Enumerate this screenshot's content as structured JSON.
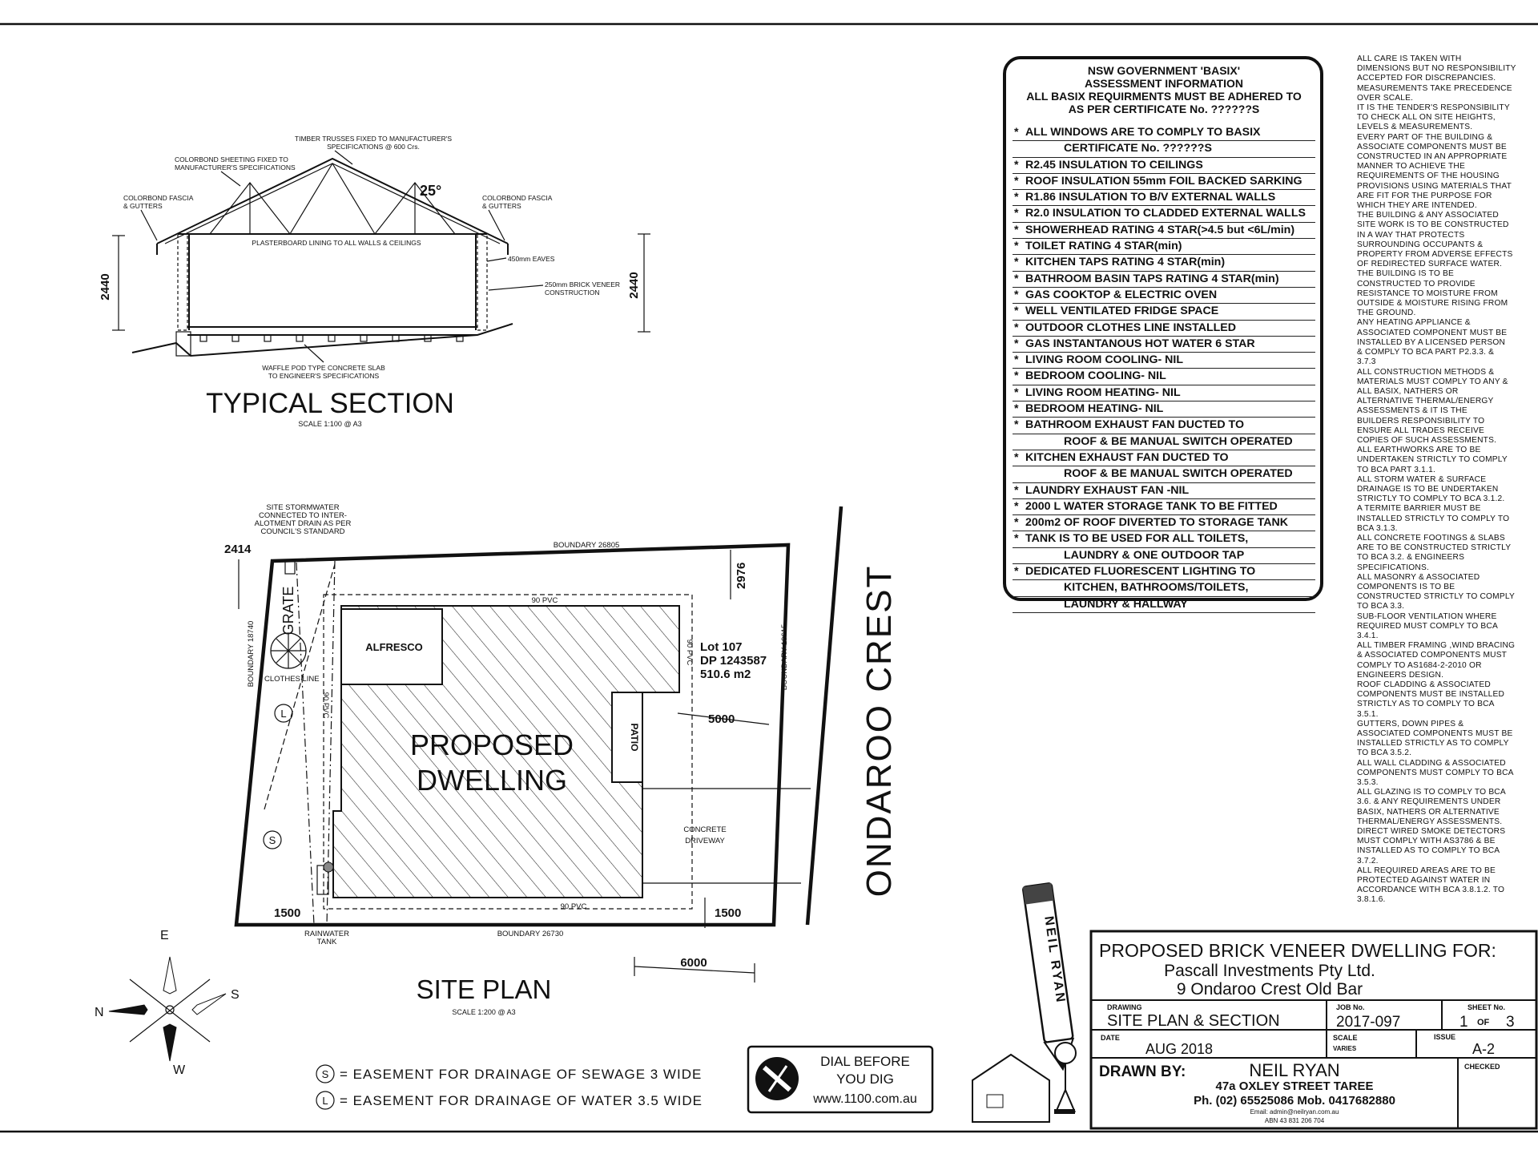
{
  "section": {
    "title": "TYPICAL SECTION",
    "scale": "SCALE   1:100 @ A3",
    "label_trusses": "TIMBER TRUSSES FIXED TO MANUFACTURER'S",
    "label_trusses2": "SPECIFICATIONS @ 600 Crs.",
    "label_sheeting": "COLORBOND SHEETING FIXED TO",
    "label_sheeting2": "MANUFACTURER'S SPECIFICATIONS",
    "label_fascia_l": "COLORBOND FASCIA",
    "label_fascia_l2": "& GUTTERS",
    "label_fascia_r": "COLORBOND FASCIA",
    "label_fascia_r2": "& GUTTERS",
    "label_lining": "PLASTERBOARD LINING TO ALL WALLS & CEILINGS",
    "label_eaves": "450mm EAVES",
    "label_veneer": "250mm BRICK VENEER",
    "label_veneer2": "CONSTRUCTION",
    "label_slab": "WAFFLE POD TYPE CONCRETE SLAB",
    "label_slab2": "TO ENGINEER'S SPECIFICATIONS",
    "pitch": "25°",
    "height_left": "2440",
    "height_right": "2440"
  },
  "site": {
    "title": "SITE PLAN",
    "scale": "SCALE   1:200 @ A3",
    "street": "ONDAROO CREST",
    "boundary_top": "BOUNDARY 26805",
    "boundary_bottom": "BOUNDARY 26730",
    "boundary_left": "BOUNDARY 18740",
    "boundary_right": "BOUNDARY 19615",
    "stormwater": [
      "SITE STORMWATER",
      "CONNECTED TO INTER-",
      "ALOTMENT DRAIN AS PER",
      "COUNCIL'S STANDARD"
    ],
    "dim_2414": "2414",
    "dim_2976": "2976",
    "dim_5000": "5000",
    "dim_1500_left": "1500",
    "dim_1500_right": "1500",
    "dim_6000": "6000",
    "grate": "GRATE",
    "clothes_line": "CLOTHES LINE",
    "alfresco": "ALFRESCO",
    "patio": "PATIO",
    "proposed": "PROPOSED",
    "dwelling": "DWELLING",
    "lot": "Lot 107",
    "dp": "DP 1243587",
    "area": "510.6 m2",
    "driveway": "CONCRETE",
    "driveway2": "DRIVEWAY",
    "rainwater": "RAINWATER",
    "rainwater2": "TANK",
    "pvc": "90 PVC",
    "marker_l": "L",
    "marker_s": "S"
  },
  "compass": {
    "n": "N",
    "e": "E",
    "s": "S",
    "w": "W"
  },
  "legend": {
    "s_marker": "S",
    "s_text": "= EASEMENT FOR DRAINAGE OF SEWAGE 3 WIDE",
    "l_marker": "L",
    "l_text": "= EASEMENT FOR DRAINAGE OF WATER 3.5 WIDE"
  },
  "dial": {
    "line1": "DIAL BEFORE",
    "line2": "YOU DIG",
    "url": "www.1100.com.au"
  },
  "basix": {
    "header": [
      "NSW GOVERNMENT 'BASIX'",
      "ASSESSMENT INFORMATION",
      "ALL BASIX REQUIRMENTS MUST BE ADHERED TO",
      "AS PER CERTIFICATE No. ??????S"
    ],
    "rows": [
      {
        "bullet": "*",
        "text": "ALL WINDOWS ARE TO COMPLY TO BASIX"
      },
      {
        "bullet": "",
        "text": "CERTIFICATE No. ??????S"
      },
      {
        "bullet": "*",
        "text": "R2.45 INSULATION TO CEILINGS"
      },
      {
        "bullet": "*",
        "text": "ROOF INSULATION 55mm FOIL BACKED SARKING"
      },
      {
        "bullet": "*",
        "text": "R1.86 INSULATION TO B/V EXTERNAL WALLS"
      },
      {
        "bullet": "*",
        "text": "R2.0 INSULATION TO CLADDED EXTERNAL WALLS"
      },
      {
        "bullet": "*",
        "text": "SHOWERHEAD RATING 4 STAR(>4.5 but <6L/min)"
      },
      {
        "bullet": "*",
        "text": "TOILET RATING 4 STAR(min)"
      },
      {
        "bullet": "*",
        "text": "KITCHEN TAPS RATING 4 STAR(min)"
      },
      {
        "bullet": "*",
        "text": "BATHROOM BASIN TAPS RATING 4 STAR(min)"
      },
      {
        "bullet": "*",
        "text": "GAS COOKTOP & ELECTRIC OVEN"
      },
      {
        "bullet": "*",
        "text": "WELL VENTILATED FRIDGE SPACE"
      },
      {
        "bullet": "*",
        "text": "OUTDOOR CLOTHES LINE INSTALLED"
      },
      {
        "bullet": "*",
        "text": "GAS INSTANTANOUS HOT WATER 6 STAR"
      },
      {
        "bullet": "*",
        "text": "LIVING ROOM COOLING- NIL"
      },
      {
        "bullet": "*",
        "text": "BEDROOM COOLING- NIL"
      },
      {
        "bullet": "*",
        "text": "LIVING ROOM HEATING- NIL"
      },
      {
        "bullet": "*",
        "text": "BEDROOM HEATING- NIL"
      },
      {
        "bullet": "*",
        "text": "BATHROOM EXHAUST FAN DUCTED TO"
      },
      {
        "bullet": "",
        "text": "ROOF & BE MANUAL SWITCH OPERATED"
      },
      {
        "bullet": "*",
        "text": "KITCHEN EXHAUST FAN DUCTED TO"
      },
      {
        "bullet": "",
        "text": "ROOF & BE MANUAL SWITCH OPERATED"
      },
      {
        "bullet": "*",
        "text": "LAUNDRY EXHAUST FAN -NIL"
      },
      {
        "bullet": "*",
        "text": "2000 L WATER STORAGE TANK TO BE FITTED"
      },
      {
        "bullet": "*",
        "text": "200m2 OF ROOF DIVERTED TO STORAGE TANK"
      },
      {
        "bullet": "*",
        "text": "TANK IS TO BE USED FOR ALL TOILETS,"
      },
      {
        "bullet": "",
        "text": "LAUNDRY & ONE OUTDOOR TAP"
      },
      {
        "bullet": "*",
        "text": "DEDICATED FLUORESCENT LIGHTING TO"
      },
      {
        "bullet": "",
        "text": "KITCHEN, BATHROOMS/TOILETS,"
      },
      {
        "bullet": "",
        "text": "LAUNDRY & HALLWAY"
      }
    ]
  },
  "notes": "ALL CARE IS TAKEN WITH\nDIMENSIONS BUT NO RESPONSIBILITY\nACCEPTED FOR DISCREPANCIES.\nMEASUREMENTS TAKE PRECEDENCE\nOVER SCALE.\nIT IS THE TENDER'S RESPONSIBILITY\nTO CHECK ALL ON SITE HEIGHTS,\nLEVELS & MEASUREMENTS.\nEVERY PART OF THE BUILDING &\nASSOCIATE COMPONENTS MUST BE\nCONSTRUCTED IN AN APPROPRIATE\nMANNER TO ACHIEVE THE\nREQUIREMENTS OF THE HOUSING\nPROVISIONS USING MATERIALS THAT\nARE FIT FOR THE PURPOSE FOR\nWHICH THEY ARE INTENDED.\nTHE BUILDING & ANY ASSOCIATED\nSITE WORK IS TO BE CONSTRUCTED\nIN A WAY THAT PROTECTS\nSURROUNDING OCCUPANTS &\nPROPERTY FROM ADVERSE EFFECTS\nOF REDIRECTED SURFACE WATER.\nTHE BUILDING IS TO BE\nCONSTRUCTED TO PROVIDE\nRESISTANCE TO MOISTURE FROM\nOUTSIDE & MOISTURE RISING FROM\nTHE GROUND.\nANY HEATING APPLIANCE &\nASSOCIATED COMPONENT MUST BE\nINSTALLED BY A LICENSED PERSON\n& COMPLY TO BCA PART P2.3.3. &\n3.7.3\nALL CONSTRUCTION METHODS &\nMATERIALS MUST COMPLY TO ANY &\nALL BASIX, NATHERS OR\nALTERNATIVE THERMAL/ENERGY\nASSESSMENTS & IT IS THE\nBUILDERS RESPONSIBILITY TO\nENSURE ALL TRADES RECEIVE\nCOPIES OF SUCH ASSESSMENTS.\nALL EARTHWORKS ARE TO BE\nUNDERTAKEN STRICTLY TO COMPLY\nTO BCA PART 3.1.1.\nALL STORM WATER & SURFACE\nDRAINAGE IS TO BE UNDERTAKEN\nSTRICTLY TO COMPLY TO BCA 3.1.2.\nA TERMITE BARRIER MUST BE\nINSTALLED STRICTLY TO COMPLY TO\nBCA 3.1.3.\nALL CONCRETE FOOTINGS & SLABS\nARE TO BE CONSTRUCTED STRICTLY\nTO BCA 3.2. & ENGINEERS\nSPECIFICATIONS.\nALL MASONRY & ASSOCIATED\nCOMPONENTS IS TO BE\nCONSTRUCTED STRICTLY TO COMPLY\nTO BCA 3.3.\nSUB-FLOOR VENTILATION WHERE\nREQUIRED MUST COMPLY TO BCA\n3.4.1.\nALL TIMBER FRAMING ,WIND BRACING\n& ASSOCIATED COMPONENTS MUST\nCOMPLY TO AS1684-2-2010 OR\nENGINEERS DESIGN.\nROOF CLADDING & ASSOCIATED\nCOMPONENTS MUST BE INSTALLED\nSTRICTLY AS TO COMPLY TO BCA\n3.5.1.\nGUTTERS, DOWN PIPES &\nASSOCIATED COMPONENTS MUST BE\nINSTALLED STRICTLY AS TO COMPLY\nTO BCA 3.5.2.\nALL WALL CLADDING & ASSOCIATED\nCOMPONENTS MUST COMPLY TO BCA\n3.5.3.\nALL GLAZING IS TO COMPLY TO BCA\n3.6. & ANY REQUIREMENTS UNDER\nBASIX, NATHERS OR ALTERNATIVE\nTHERMAL/ENERGY ASSESSMENTS.\nDIRECT WIRED SMOKE DETECTORS\nMUST COMPLY WITH   AS3786 & BE\nINSTALLED AS TO COMPLY TO BCA\n3.7.2.\nALL REQUIRED AREAS ARE TO BE\nPROTECTED AGAINST WATER IN\nACCORDANCE WITH BCA 3.8.1.2. TO\n3.8.1.6.",
  "titleblock": {
    "project": "PROPOSED  BRICK VENEER DWELLING FOR:",
    "client": "Pascall Investments Pty Ltd.",
    "address": "9 Ondaroo Crest   Old Bar",
    "drawing_label": "DRAWING",
    "drawing": "SITE PLAN & SECTION",
    "job_label": "JOB No.",
    "job": "2017-097",
    "sheet_label": "SHEET No.",
    "sheet_num": "1",
    "sheet_of": "OF",
    "sheet_total": "3",
    "date_label": "DATE",
    "date": "AUG 2018",
    "scale_label": "SCALE",
    "scale": "VARIES",
    "issue_label": "ISSUE",
    "issue": "A-2",
    "drawn_label": "DRAWN BY:",
    "drawn_name": "NEIL RYAN",
    "addr": "47a OXLEY STREET TAREE",
    "phone": "Ph. (02) 65525086  Mob. 0417682880",
    "email": "Email: admin@neilryan.com.au",
    "abn": "ABN 43 831 206 704",
    "checked_label": "CHECKED"
  },
  "logo": {
    "pencil_text": "NEIL RYAN"
  }
}
